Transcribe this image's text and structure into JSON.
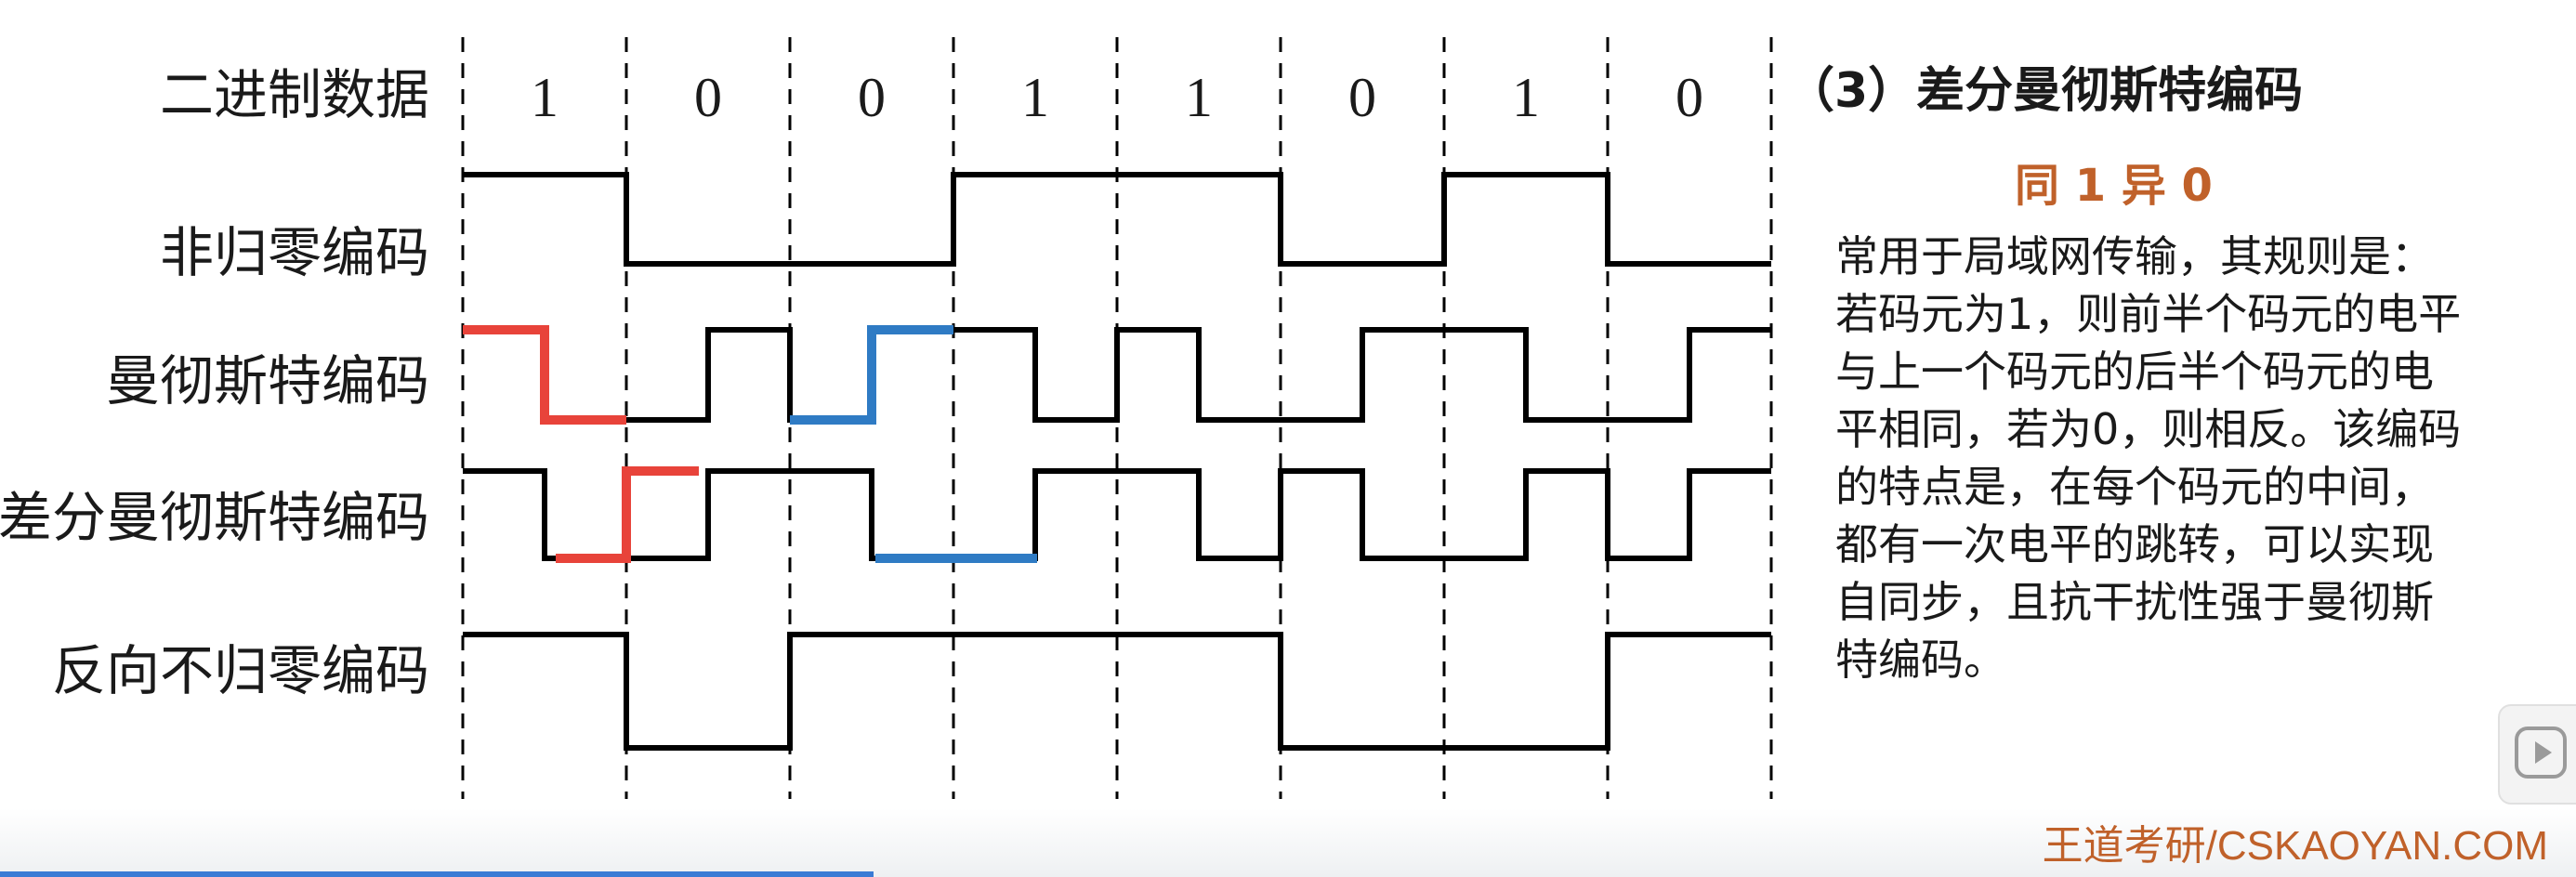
{
  "rows": {
    "binary": "二进制数据",
    "nrz": "非归零编码",
    "manchester": "曼彻斯特编码",
    "diff_manchester": "差分曼彻斯特编码",
    "nrzi": "反向不归零编码"
  },
  "bits": [
    "1",
    "0",
    "0",
    "1",
    "1",
    "0",
    "1",
    "0"
  ],
  "heading": "（3）差分曼彻斯特编码",
  "rule": "同 1 异 0",
  "description_lines": [
    "常用于局域网传输，其规则是：",
    "若码元为1，则前半个码元的电平",
    "与上一个码元的后半个码元的电",
    "平相同，若为0，则相反。该编码",
    "的特点是，在每个码元的中间，",
    "都有一次电平的跳转，可以实现",
    "自同步，且抗干扰性强于曼彻斯",
    "特编码。"
  ],
  "watermark": "王道考研/CSKAOYAN.COM",
  "chart_data": {
    "type": "timing-diagram",
    "bits": [
      1,
      0,
      0,
      1,
      1,
      0,
      1,
      0
    ],
    "signals": {
      "nrz": [
        1,
        0,
        0,
        1,
        1,
        0,
        1,
        0
      ],
      "manchester_halves": [
        [
          1,
          0
        ],
        [
          0,
          1
        ],
        [
          0,
          1
        ],
        [
          1,
          0
        ],
        [
          1,
          0
        ],
        [
          0,
          1
        ],
        [
          1,
          0
        ],
        [
          0,
          1
        ]
      ],
      "diff_manchester_halves": [
        [
          1,
          0
        ],
        [
          0,
          1
        ],
        [
          1,
          0
        ],
        [
          0,
          1
        ],
        [
          1,
          0
        ],
        [
          1,
          0
        ],
        [
          0,
          1
        ],
        [
          0,
          1
        ]
      ],
      "nrzi": [
        1,
        0,
        1,
        1,
        1,
        0,
        0,
        1
      ]
    },
    "highlights": {
      "red": "first two bits",
      "blue": "third and fourth bits",
      "red_color": "#e8433a",
      "blue_color": "#2f7bc4"
    }
  },
  "colors": {
    "signal": "#000000",
    "grid": "#000000",
    "red": "#e8433a",
    "blue": "#2f7bc4",
    "accent": "#c0612a"
  },
  "icons": {
    "play": "play-icon"
  }
}
